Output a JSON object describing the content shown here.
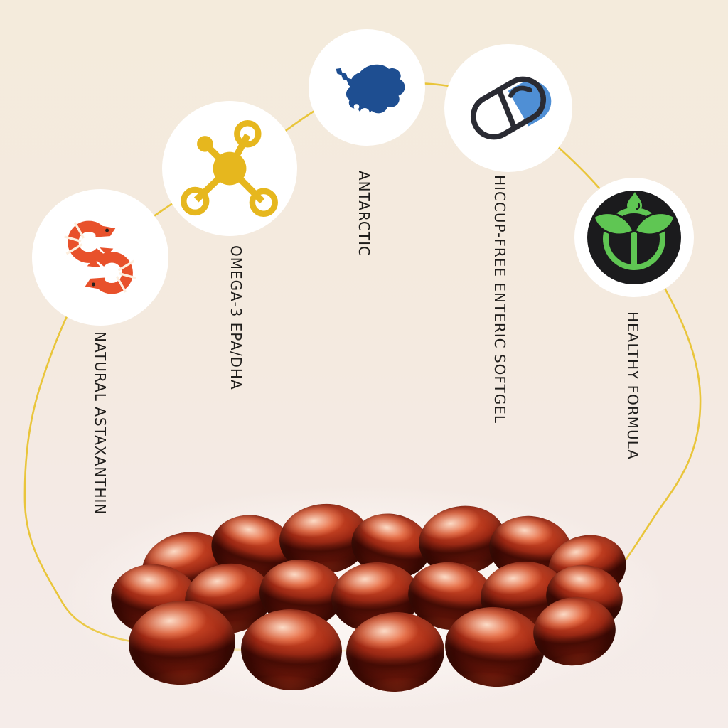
{
  "background": {
    "top_color": "#f4ebdc",
    "bottom_color": "#f5ece9"
  },
  "connector": {
    "color": "#e9c53a"
  },
  "features": [
    {
      "label": "NATURAL ASTAXANTHIN",
      "icon": "shrimp-icon",
      "color": "#e8512b"
    },
    {
      "label": "OMEGA-3 EPA/DHA",
      "icon": "molecule-icon",
      "color": "#e6b71e"
    },
    {
      "label": "ANTARCTIC",
      "icon": "antarctica-map-icon",
      "color": "#1e4e91"
    },
    {
      "label": "HICCUP-FREE ENTERIC SOFTGEL",
      "icon": "enteric-capsule-icon",
      "color": "#4f8fd5",
      "outline_color": "#2a2b33"
    },
    {
      "label": "HEALTHY FORMULA",
      "icon": "plant-sprout-icon",
      "color": "#5fc653",
      "disc_color": "#1b1b1d"
    }
  ],
  "product_image": {
    "description": "pile of dark red-brown softgel capsules",
    "capsule_count": 19
  }
}
